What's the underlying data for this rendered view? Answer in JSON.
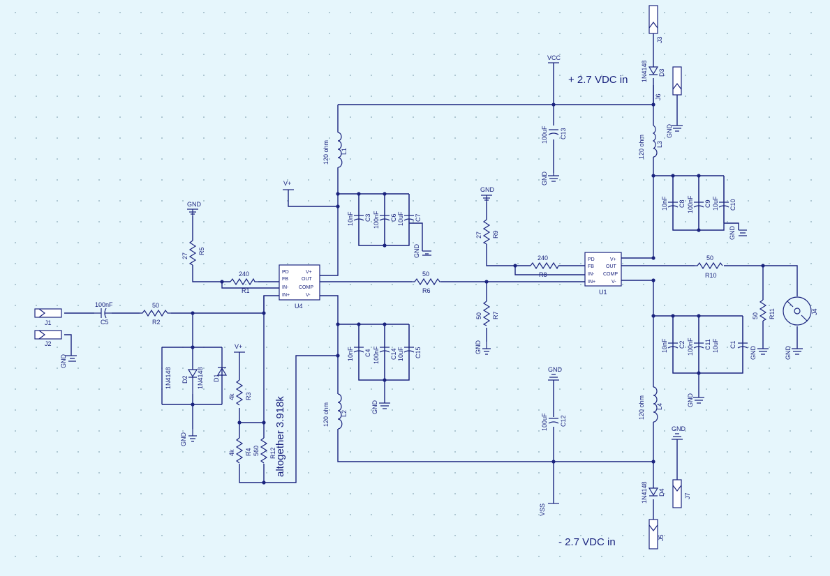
{
  "annotations": {
    "pos_supply": "+ 2.7  VDC  in",
    "neg_supply": "-  2.7  VDC  in",
    "altogether": "altogether  3.918k"
  },
  "nets": {
    "vcc": "VCC",
    "vss": "VSS",
    "vplus": "V+",
    "gnd": "GND"
  },
  "ic_pins": {
    "pd": "PD",
    "fb": "FB",
    "in_minus": "IN-",
    "in_plus": "IN+",
    "v_plus": "V+",
    "out": "OUT",
    "comp": "COMP",
    "v_minus": "V-"
  },
  "components": {
    "U1": {
      "ref": "U1"
    },
    "U4": {
      "ref": "U4"
    },
    "J1": {
      "ref": "J1"
    },
    "J2": {
      "ref": "J2"
    },
    "J3": {
      "ref": "J3"
    },
    "J4": {
      "ref": "J4"
    },
    "J5": {
      "ref": "J5"
    },
    "J6": {
      "ref": "J6"
    },
    "J7": {
      "ref": "J7"
    },
    "R1": {
      "ref": "R1",
      "value": "240"
    },
    "R2": {
      "ref": "R2",
      "value": "50"
    },
    "R3": {
      "ref": "R3",
      "value": "4k"
    },
    "R4": {
      "ref": "R4",
      "value": "4k"
    },
    "R5": {
      "ref": "R5",
      "value": "27"
    },
    "R6": {
      "ref": "R6",
      "value": "50"
    },
    "R7": {
      "ref": "R7",
      "value": "50"
    },
    "R8": {
      "ref": "R8",
      "value": "240"
    },
    "R9": {
      "ref": "R9",
      "value": "27"
    },
    "R10": {
      "ref": "R10",
      "value": "50"
    },
    "R11": {
      "ref": "R11",
      "value": "50"
    },
    "R12": {
      "ref": "R12",
      "value": "560"
    },
    "C1": {
      "ref": "C1",
      "value": "10uF"
    },
    "C2": {
      "ref": "C2",
      "value": "10nF"
    },
    "C3": {
      "ref": "C3",
      "value": "10nF"
    },
    "C4": {
      "ref": "C4",
      "value": "10nF"
    },
    "C5": {
      "ref": "C5",
      "value": "100nF"
    },
    "C6": {
      "ref": "C6",
      "value": "100nF"
    },
    "C7": {
      "ref": "C7",
      "value": "10uF"
    },
    "C8": {
      "ref": "C8",
      "value": "10nF"
    },
    "C9": {
      "ref": "C9",
      "value": "100nF"
    },
    "C10": {
      "ref": "C10",
      "value": "10uF"
    },
    "C11": {
      "ref": "C11",
      "value": "100nF"
    },
    "C12": {
      "ref": "C12",
      "value": "100uF"
    },
    "C13": {
      "ref": "C13",
      "value": "100uF"
    },
    "C14": {
      "ref": "C14",
      "value": "100nF"
    },
    "C15": {
      "ref": "C15",
      "value": "10uF"
    },
    "D1": {
      "ref": "D1",
      "value": "1N4148"
    },
    "D2": {
      "ref": "D2",
      "value": "1N4148"
    },
    "D3": {
      "ref": "D3",
      "value": "1N4148"
    },
    "D4": {
      "ref": "D4",
      "value": "1N4148"
    },
    "L1": {
      "ref": "L1",
      "value": "120 ohm"
    },
    "L2": {
      "ref": "L2",
      "value": "120 ohm"
    },
    "L3": {
      "ref": "L3",
      "value": "120 ohm"
    },
    "L4": {
      "ref": "L4",
      "value": "120 ohm"
    }
  },
  "colors": {
    "background": "#e6f6fc",
    "wire": "#1a237e",
    "grid_dot": "#9bb7c4"
  }
}
